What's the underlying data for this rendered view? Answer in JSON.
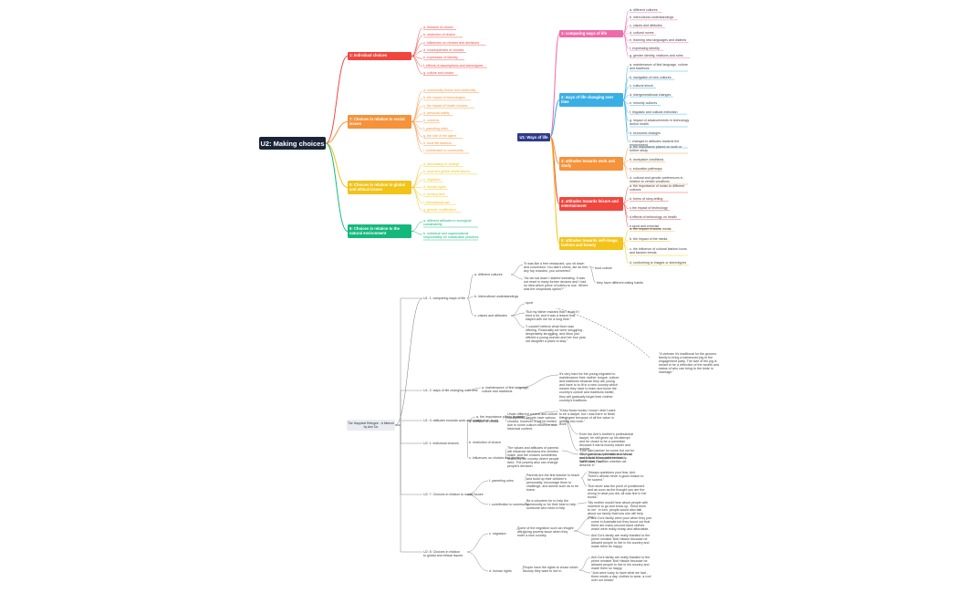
{
  "root": {
    "title": "U2: Making choices"
  },
  "colors": {
    "red": "#f0463e",
    "orange": "#f5923a",
    "yellow": "#f2c319",
    "green": "#14b87c",
    "pink": "#ef6aaa",
    "blue": "#3aaee6",
    "navy": "#2e3b8a",
    "gray": "#888888"
  },
  "left_branches": [
    {
      "label": "1: Individual choices",
      "items": [
        "a. freedom of choice",
        "b. restriction of choice",
        "c. influences on choices and decisions",
        "d. consequences of choices",
        "e. expression of identity",
        "f. effects of assumptions and stereotypes",
        "g. culture and choice"
      ]
    },
    {
      "label": "7: Choices in relation to social issues",
      "items": [
        "a. community choice and conformity",
        "b. the impact of technologies",
        "c. the impact of health choices",
        "d. personal safety",
        "e. customs",
        "f. parenting roles",
        "g. the role of the agent",
        "h. work life balance",
        "i. contribution to community"
      ]
    },
    {
      "label": "8: Choices in relation to global and ethical issues",
      "items": [
        "a. advocating for change",
        "b. local and global health issues",
        "c. migration",
        "d. human rights",
        "e. privacy laws",
        "f. international aid",
        "g. genetic modification"
      ]
    },
    {
      "label": "9: Choices in relation to the natural environment",
      "items": [
        "a. different attitudes to ecological sustainability",
        "b. individual and organisational responsibility for sustainable practices"
      ]
    }
  ],
  "ways_of_life": {
    "label": "U1: Ways of life",
    "branches": [
      {
        "label": "1: comparing ways of life",
        "items": [
          "a. different cultures",
          "b. intercultural understandings",
          "c. values and attitudes",
          "d. cultural norms",
          "e. learning new languages and dialects",
          "f. expressing identity",
          "g. gender identity, relations and roles"
        ]
      },
      {
        "label": "2: ways of life changing over time",
        "items": [
          "a. maintenance of first language, culture and traditions",
          "b. navigation of new cultures",
          "c. cultural shock",
          "d. intergenerational changes",
          "e. minority cultures",
          "f. linguistic and cultural extinction",
          "g. impact of advancements in technology and/or health",
          "h. economic changes",
          "i. changes in attitudes towards the environment"
        ]
      },
      {
        "label": "3: attitudes towards work and study",
        "items": [
          "a. the importance placed on work or further study",
          "b. workplace conditions",
          "c. education pathways",
          "d. cultural and gender preferences in relation to certain vocations"
        ]
      },
      {
        "label": "4: attitudes towards leisure and entertainment",
        "items": [
          "a. the importance of music to different cultures",
          "b. forms of story-telling",
          "c.the impact of technology",
          "d.effects of technology on health",
          "e.sport and exercise"
        ]
      },
      {
        "label": "5: attitudes towards self-image, fashion and beauty",
        "items": [
          "a. the impact of social media",
          "b. the impact of the media",
          "c. the influence of cultural fashion icons and fashion trends",
          "d. conforming to images or stereotypes"
        ]
      }
    ]
  },
  "memoir": {
    "title": "The Happiest Refugee - A Memoir by Anh Do",
    "sections": [
      {
        "label": "U1: 1: comparing ways of life",
        "subs": [
          {
            "label": "a. different cultures",
            "quotes": [
              "\"It was like a free restaurant, you sit down and conversed. You didn't check, ate as free, any top muscles, you converted.\"",
              "\"As we sat down I started sweating. It was not reset in many former devices and I had no idea which piece of cutlery to use. Where was the chopsticks option?\""
            ],
            "notes": [
              "food culture",
              "they have different eating habits"
            ]
          },
          {
            "label": "b. intercultural understandings",
            "quotes": [],
            "notes": []
          },
          {
            "label": "c. values and attitudes",
            "quotes": [
              "sport",
              "\"But my father insisted that I could if I tried a lot, and it was a lesson that stayed with me for a long time.\"",
              "\"I couldn't believe what Mum was offering. Financially we were struggling - desperately struggling, and Mum just offered a young woman and her four year old daughter a place to stay.\""
            ],
            "notes": []
          }
        ]
      },
      {
        "label": "U1: 2: ways of life changing over time",
        "subs": [
          {
            "label": "a. maintenance of first language, culture and traditions",
            "quotes": [
              "It's very hard for the young migrated to maintenance their mother tongue, culture and traditions because they are young and have to to fit in a new country which means they have to learn and know the country's culture and traditions earlier, they will gradually forget their mother country's traditions."
            ],
            "notes": []
          }
        ]
      },
      {
        "label": "U1: 3: attitudes towards work and study",
        "subs": [
          {
            "label": "a. the importance places in work or further study",
            "quotes": [
              "\"Keep those books I know I didn't want to be a lawyer, but I was there to finish the degree because of all the value in getting into truth.\"",
              "work"
            ],
            "notes": []
          }
        ]
      },
      {
        "label": "U2: 1: individual choices",
        "subs": [
          {
            "label": "a. freedom of choice",
            "quotes": [
              "Under different context and culture background, people have various choices, however, it will be limited due to some culture influence and historical content."
            ],
            "notes": [
              "Even the Anh's brother's professional lawyer, he still given up his attempt and he chose to be a comedian because it earns money easier and quicker.",
              "\"Like said partner for some but not for me, I guess, so I enrolled in a Visual and Arts at Macquarie University, TAFE, Anh Tho?\""
            ]
          },
          {
            "label": "b. restriction of choice",
            "quotes": [],
            "notes": []
          },
          {
            "label": "c. influences on choices and decisions",
            "quotes": [
              "The values and attitudes of parents will influence decisions the children make, and the choices sometimes limited by the country where people lived. The poverty also can change people's decision."
            ],
            "notes": [
              "\"She's an ultra-optimistic and has so much faith in her children that sometimes I wonder whether we deserve it.\""
            ]
          }
        ]
      },
      {
        "label": "U2: 7: Choices in relation to social issues",
        "subs": [
          {
            "label": "f. parenting roles",
            "quotes": [
              "Parents are the first teacher to teach and build up their children's personality, encourage them to challenge, and advise such as to be brave."
            ],
            "notes": [
              "\"Always questions your fear, Anh. There's almost never a good reason to be scared.\"",
              "\"But never saw the point of punishment and as soon as the thought you are the wrong in what you did, all was fine in her books.\""
            ]
          },
          {
            "label": "i. contribution to community",
            "quotes": [
              "Be a volunteer for to help the community or for their best to help someone who need a help."
            ],
            "notes": [
              "\"My mother would hear about people with nowhere to go and show up. 'Send them to me'. In turn, people would also talk about our family that how she will help you.\""
            ]
          }
        ]
      },
      {
        "label": "U2: 8: Choices in relation to global and ethical issues",
        "subs": [
          {
            "label": "c. migration",
            "quotes": [
              "Some of the migration such as refugee are facing poverty issue when they enter a new country."
            ],
            "notes": [
              "Anh Do's family were poor when they just come in Australia but they found out that there are many second-hand clothes which were really cheap and affordable.",
              "Anh Do's family are really thankful to the prime minister Bob Hawke because he allowed people to live in his country and made them be happy."
            ]
          },
          {
            "label": "d. human rights",
            "quotes": [
              "People have the rights to chose which country they want to live in."
            ],
            "notes": [
              "Anh Do's family are really thankful to the prime minister Bob Hawke because he allowed people to live in his country and made them so happy.",
              "\"Just were lucky to have what we had - three meals a day, clothes to wear, a roof over our heads\""
            ]
          }
        ]
      }
    ],
    "callout": "\"A vietnam it's traditional for the grooms family to bring a barbecued pig to the engagement party. The size of the pig is meant to be a reflection of the wealth and status of who can bring to the bride in marriage.\""
  }
}
